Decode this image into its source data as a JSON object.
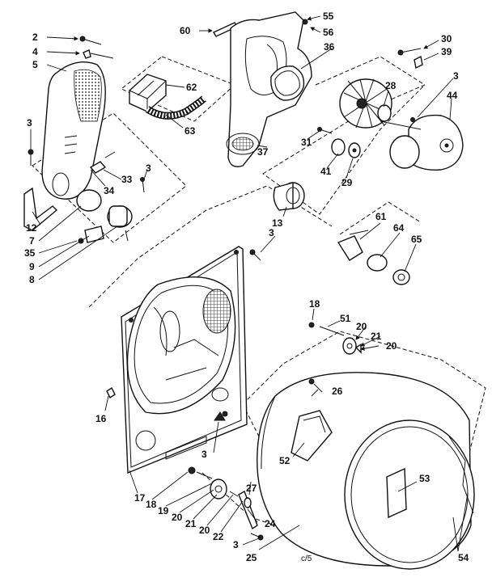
{
  "diagram": {
    "footer_code": "c/5",
    "callouts": [
      "2",
      "4",
      "5",
      "3",
      "12",
      "7",
      "35",
      "9",
      "8",
      "34",
      "33",
      "3",
      "60",
      "62",
      "63",
      "55",
      "56",
      "36",
      "37",
      "31",
      "41",
      "29",
      "28",
      "30",
      "39",
      "3",
      "44",
      "13",
      "3",
      "61",
      "64",
      "65",
      "18",
      "51",
      "20",
      "21",
      "20",
      "26",
      "16",
      "52",
      "53",
      "3",
      "17",
      "18",
      "19",
      "20",
      "21",
      "20",
      "22",
      "27",
      "24",
      "3",
      "25",
      "54"
    ]
  }
}
